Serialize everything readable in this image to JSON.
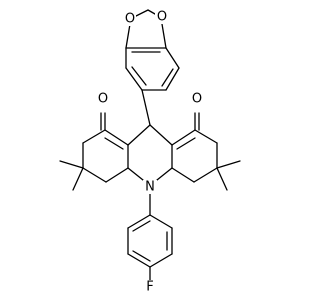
{
  "atom_labels": {
    "o_ring_upper": "O",
    "o_ring_lower": "O",
    "o_ketone_left": "O",
    "o_ketone_right": "O",
    "n_center": "N",
    "f_para": "F"
  }
}
